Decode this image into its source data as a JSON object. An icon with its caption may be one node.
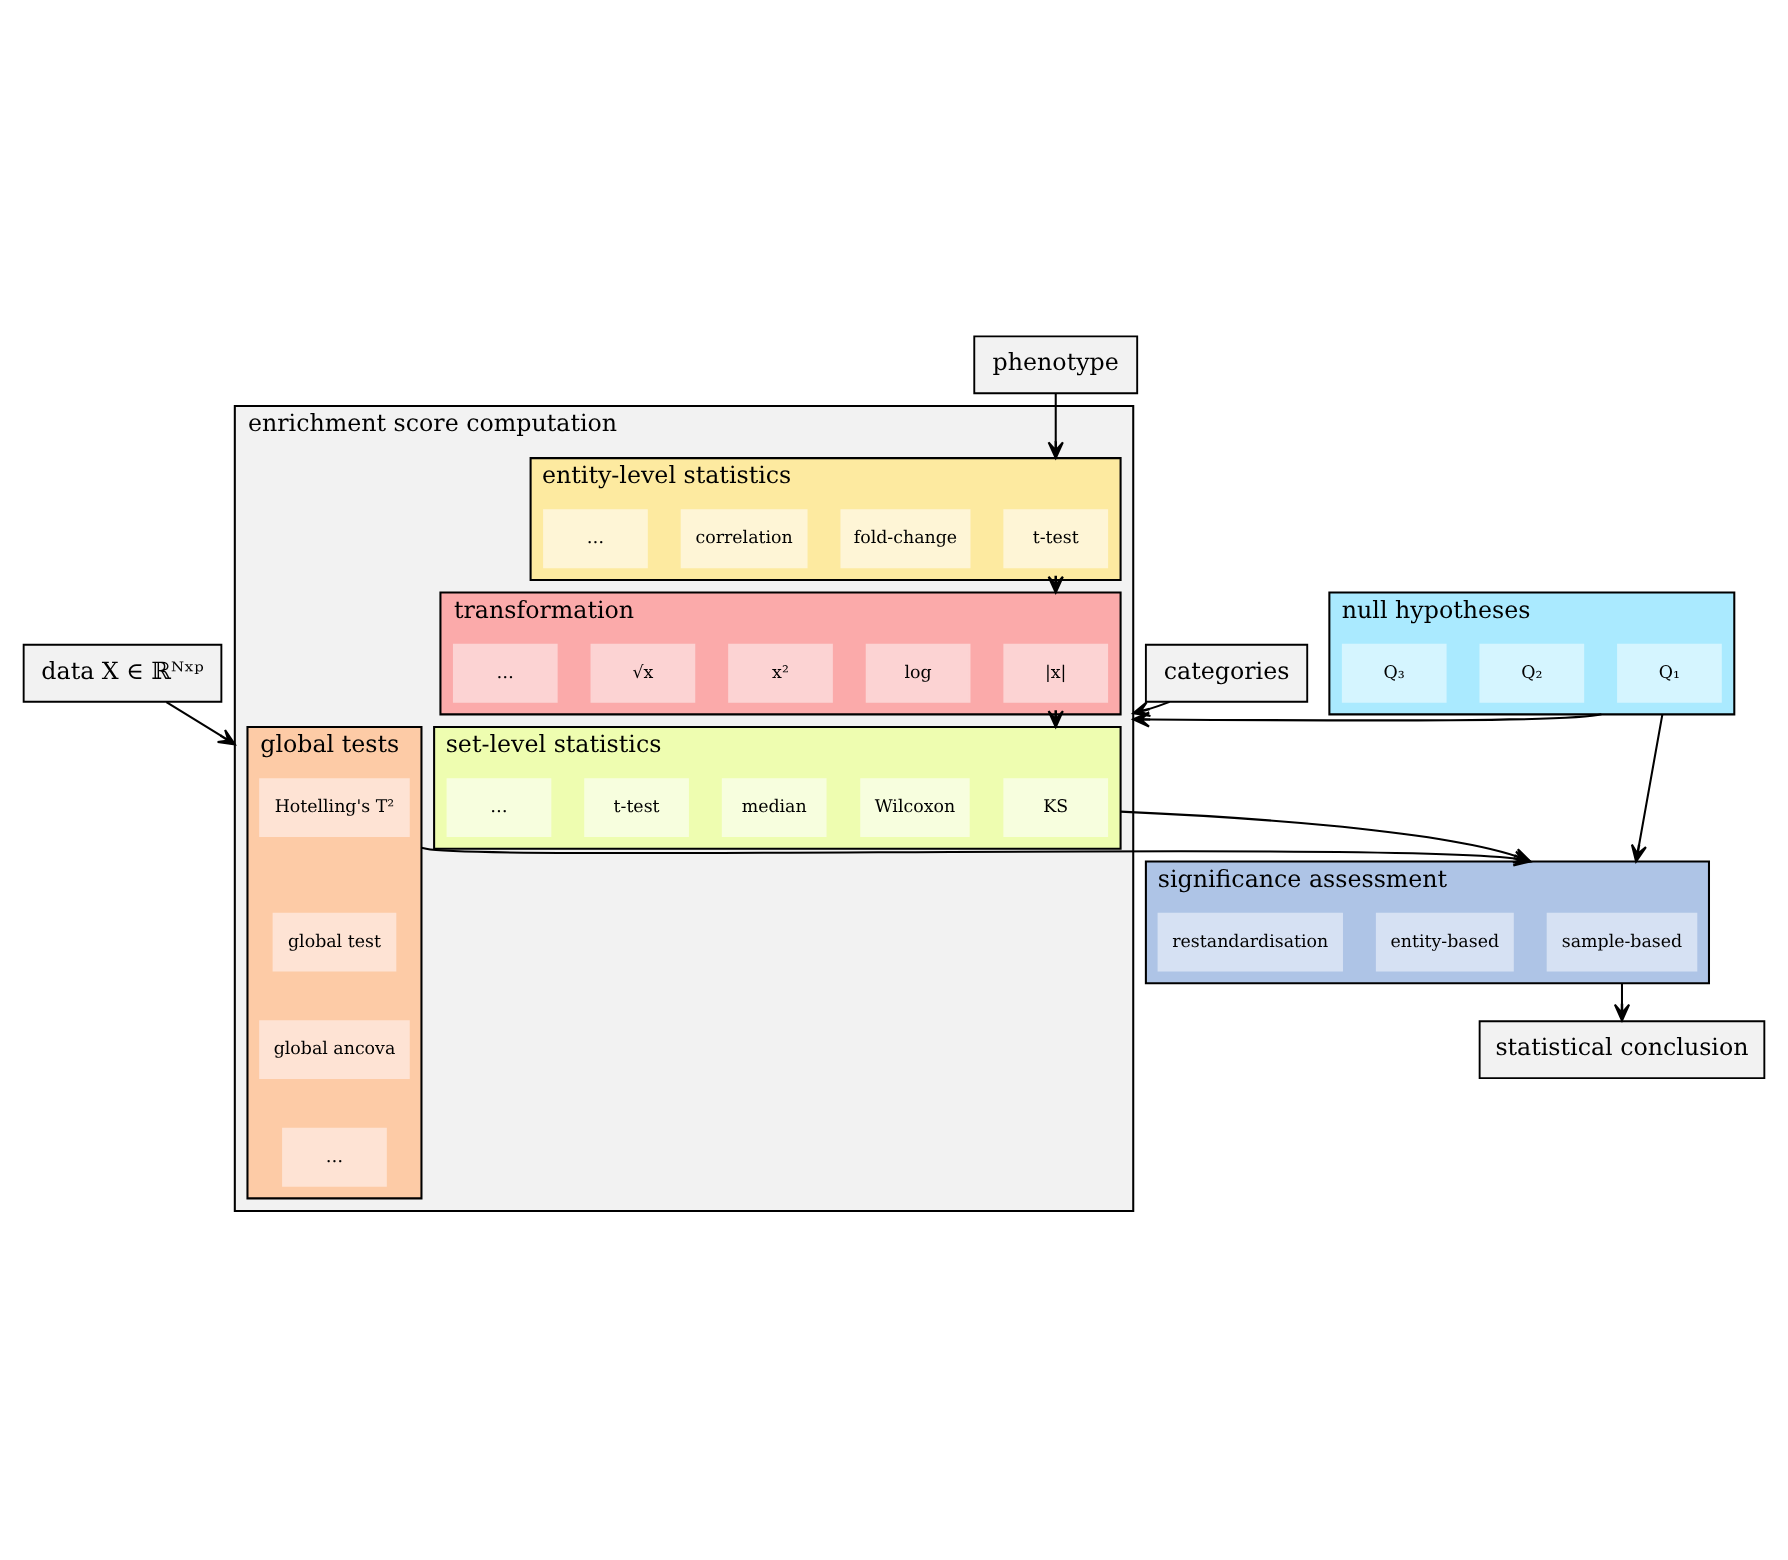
{
  "diagram": {
    "nodes": [
      {
        "text": [
          "data X ∈ ℝᴺˣᵖ"
        ]
      },
      {
        "text": [
          "categories"
        ]
      },
      {
        "text": [
          "phenotype"
        ]
      },
      {
        "text": [
          "enrichment score computation"
        ]
      },
      {
        "text": [
          "global tests"
        ],
        "in": 3
      },
      {
        "text": [
          "Hotelling's T²"
        ],
        "in": 4
      },
      {
        "text": [
          "global test"
        ],
        "in": 4
      },
      {
        "text": [
          "global ancova"
        ],
        "in": 4
      },
      {
        "text": [
          "…"
        ],
        "in": 4
      },
      {
        "text": [
          "entity-level statistics"
        ],
        "in": 3
      },
      {
        "text": [
          "t-test"
        ],
        "in": 9
      },
      {
        "text": [
          "fold-change"
        ],
        "in": 9
      },
      {
        "text": [
          "correlation"
        ],
        "in": 9
      },
      {
        "text": [
          "…"
        ],
        "in": 9
      },
      {
        "text": [
          "transformation"
        ],
        "in": 3
      },
      {
        "text": [
          "|x|"
        ],
        "in": 14
      },
      {
        "text": [
          "log"
        ],
        "in": 14
      },
      {
        "text": [
          "x²"
        ],
        "in": 14
      },
      {
        "text": [
          "√x"
        ],
        "in": 14
      },
      {
        "text": [
          "…"
        ],
        "in": 14
      },
      {
        "text": [
          "set-level statistics"
        ],
        "in": 3
      },
      {
        "text": [
          "KS"
        ],
        "in": 20
      },
      {
        "text": [
          "Wilcoxon"
        ],
        "in": 20
      },
      {
        "text": [
          "median"
        ],
        "in": 20
      },
      {
        "text": [
          "t-test"
        ],
        "in": 20
      },
      {
        "text": [
          "…"
        ],
        "in": 20
      },
      {
        "text": [
          "significance assessment"
        ]
      },
      {
        "text": [
          "sample-based"
        ],
        "in": 26
      },
      {
        "text": [
          "entity-based"
        ],
        "in": 26
      },
      {
        "text": [
          "restandardisation"
        ],
        "in": 26
      },
      {
        "text": [
          "null hypotheses"
        ]
      },
      {
        "text": [
          "Q₁"
        ],
        "in": 30
      },
      {
        "text": [
          "Q₂"
        ],
        "in": 30
      },
      {
        "text": [
          "Q₃"
        ],
        "in": 30
      },
      {
        "text": [
          "statistical conclusion"
        ]
      }
    ],
    "edges": [
      {
        "from": 0,
        "to": 3,
        "arrow": "to"
      },
      {
        "from": 1,
        "to": 3,
        "arrow": "to"
      },
      {
        "from": 2,
        "to": 9,
        "arrow": "to"
      },
      {
        "from": 9,
        "to": 14,
        "arrow": "to"
      },
      {
        "from": 14,
        "to": 20,
        "arrow": "to"
      },
      {
        "from": 30,
        "to": 3,
        "arrow": "to"
      },
      {
        "from": 4,
        "to": 26,
        "arrow": "to"
      },
      {
        "from": 20,
        "to": 26,
        "arrow": "to"
      },
      {
        "from": 30,
        "to": 26,
        "arrow": "to"
      },
      {
        "from": 26,
        "to": 34,
        "arrow": "to"
      }
    ]
  }
}
